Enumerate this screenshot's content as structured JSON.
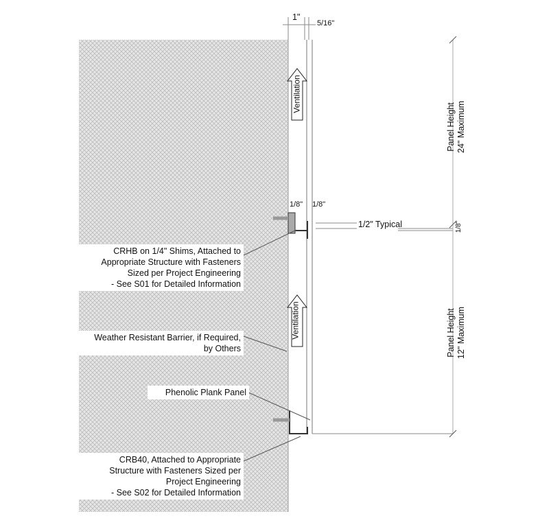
{
  "dimensions": {
    "top_left": "1\"",
    "top_right": "5/16\"",
    "gap_left": "1/8\"",
    "gap_right": "1/8\"",
    "typical": "1/2\" Typical",
    "right_small": "1/8\""
  },
  "panel_heights": [
    {
      "line1": "Panel Height",
      "line2": "24\" Maximum"
    },
    {
      "line1": "Panel Height",
      "line2": "12\" Maximum"
    }
  ],
  "ventilation": [
    "Ventilation",
    "Ventilation"
  ],
  "callouts": [
    {
      "lines": [
        "CRHB on 1/4\" Shims, Attached to",
        "Appropriate Structure with Fasteners",
        "Sized per Project Engineering",
        "- See S01 for Detailed Information"
      ]
    },
    {
      "lines": [
        "Weather Resistant Barrier, if Required,",
        "by Others"
      ]
    },
    {
      "lines": [
        "Phenolic Plank Panel"
      ]
    },
    {
      "lines": [
        "CRB40, Attached to Appropriate",
        "Structure with Fasteners Sized per",
        "Project Engineering",
        "- See S02 for Detailed Information"
      ]
    }
  ]
}
